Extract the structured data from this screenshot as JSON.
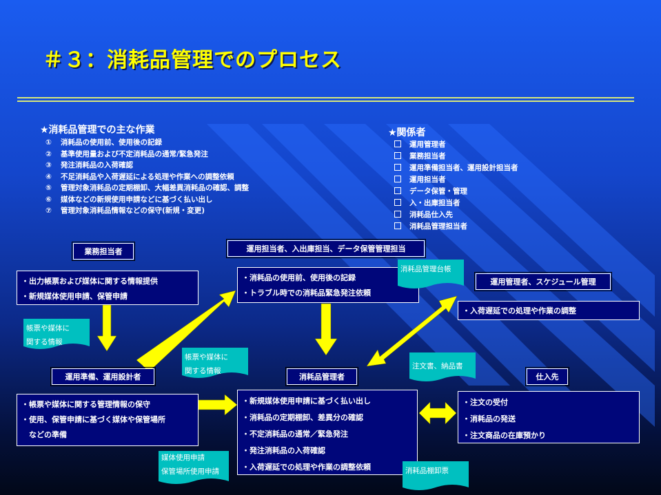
{
  "title": "＃３：消耗品管理でのプロセス",
  "main_tasks": {
    "heading": "★消耗品管理での主な作業",
    "items": [
      {
        "num": "①",
        "text": "消耗品の使用前、使用後の記録"
      },
      {
        "num": "②",
        "text": "基準使用量および不定消耗品の通常/緊急発注"
      },
      {
        "num": "③",
        "text": "発注消耗品の入荷確認"
      },
      {
        "num": "④",
        "text": "不足消耗品や入荷遅延による処理や作業への調整依頼"
      },
      {
        "num": "⑤",
        "text": "管理対象消耗品の定期棚卸、大幅差異消耗品の確認、調整"
      },
      {
        "num": "⑥",
        "text": "媒体などの新規使用申請などに基づく払い出し"
      },
      {
        "num": "⑦",
        "text": "管理対象消耗品情報などの保守(新規・変更)"
      }
    ]
  },
  "stakeholders": {
    "heading": "★関係者",
    "items": [
      "運用管理者",
      "業務担当者",
      "運用準備担当者、運用設計担当者",
      "運用担当者",
      "データ保管・管理",
      "入・出庫担当者",
      "消耗品仕入先",
      "消耗品管理担当者"
    ]
  },
  "roles": {
    "business": "業務担当者",
    "operator": "運用担当者、入出庫担当、データ保管管理担当",
    "ops_manager": "運用管理者、スケジュール管理",
    "ops_prep": "運用準備、運用設計者",
    "consumables_mgr": "消耗品管理者",
    "supplier": "仕入先"
  },
  "tasks": {
    "business": [
      "・出力帳票および媒体に関する情報提供",
      "・新規媒体使用申請、保管申請"
    ],
    "operator": [
      "・消耗品の使用前、使用後の記録",
      "・トラブル時での消耗品緊急発注依頼"
    ],
    "ops_manager": [
      "・入荷遅延での処理や作業の調整"
    ],
    "ops_prep": [
      "・帳票や媒体に関する管理情報の保守",
      "・使用、保管申請に基づく媒体や保管場所",
      "　などの準備"
    ],
    "consumables_mgr": [
      "・新規媒体使用申請に基づく払い出し",
      "・消耗品の定期棚卸、差異分の確認",
      "・不定消耗品の通常／緊急発注",
      "・発注消耗品の入荷確認",
      "・入荷遅延での処理や作業の調整依頼"
    ],
    "supplier": [
      "・注文の受付",
      "・消耗品の発送",
      "・注文商品の在庫預かり"
    ]
  },
  "documents": {
    "ledger": [
      "消耗品管理台帳"
    ],
    "form_info_1": [
      "帳票や媒体に",
      "関する情報"
    ],
    "form_info_2": [
      "帳票や媒体に",
      "関する情報"
    ],
    "order_slip": [
      "注文書、納品書"
    ],
    "media_request": [
      "媒体使用申請",
      "保管場所使用申請"
    ],
    "inventory_slip": [
      "消耗品棚卸票"
    ]
  },
  "colors": {
    "title": "#ffff00",
    "arrow": "#ffff00",
    "document": "#00c0c0",
    "box": "#00067a"
  }
}
